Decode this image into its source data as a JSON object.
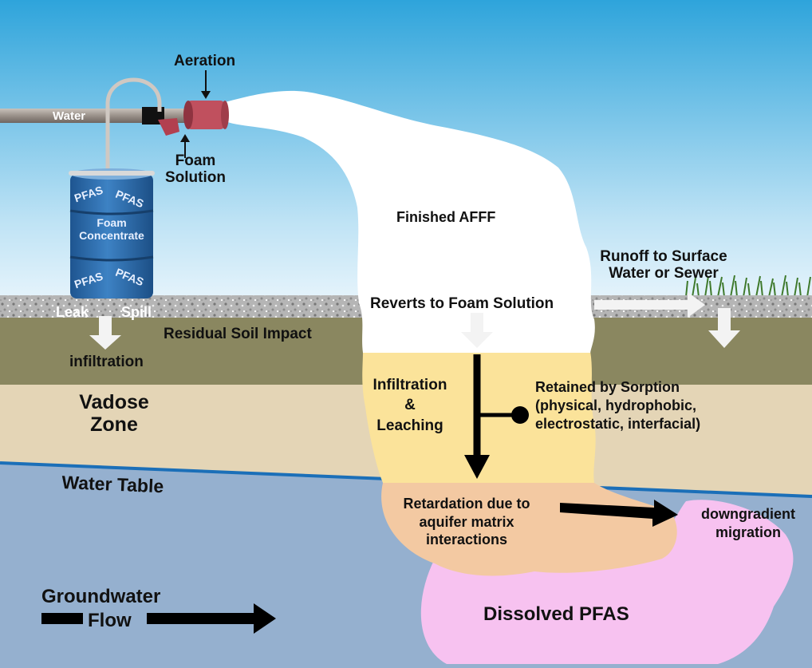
{
  "diagram": {
    "hose": {
      "water_label": "Water"
    },
    "aeration": "Aeration",
    "foam_solution": [
      "Foam",
      "Solution"
    ],
    "drum": {
      "pfas_marks": [
        "PFAS",
        "PFAS",
        "PFAS",
        "PFAS"
      ],
      "label_lines": [
        "Foam",
        "Concentrate"
      ]
    },
    "leak": "Leak",
    "spill": "Spill",
    "finished_afff": "Finished AFFF",
    "runoff": [
      "Runoff to Surface",
      "Water or Sewer"
    ],
    "reverts": "Reverts to Foam Solution",
    "residual_soil": "Residual Soil Impact",
    "infiltration_small": "infiltration",
    "vadose": [
      "Vadose",
      "Zone"
    ],
    "infiltration_leaching": [
      "Infiltration",
      "&",
      "Leaching"
    ],
    "retained": [
      "Retained by Sorption",
      "(physical, hydrophobic,",
      "electrostatic, interfacial)"
    ],
    "water_table": "Water Table",
    "retardation": [
      "Retardation due to",
      "aquifer matrix",
      "interactions"
    ],
    "downgradient": [
      "downgradient",
      "migration"
    ],
    "groundwater": [
      "Groundwater",
      "Flow"
    ],
    "dissolved": "Dissolved PFAS"
  },
  "colors": {
    "sky_top": "#2ea4db",
    "sky_bottom": "#d9eef9",
    "gravel": "#b9b9b9",
    "topsoil": "#8a8760",
    "vadose": "#e4d5b6",
    "groundwater": "#95b0cf",
    "water_table_line": "#1b6fb8",
    "drum": "#2f6fb0",
    "leaching_zone": "#fbe39a",
    "retardation_zone": "#f3c9a2",
    "dissolved_plume": "#f7c2f0",
    "nozzle": "#c0505e"
  }
}
